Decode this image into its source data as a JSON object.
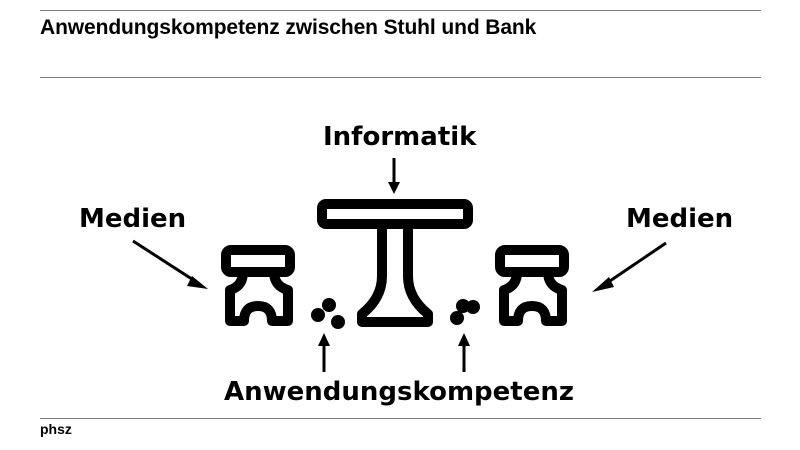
{
  "slide": {
    "title": "Anwendungskompetenz zwischen Stuhl und Bank",
    "footer": "phsz"
  },
  "diagram": {
    "labels": {
      "top": "Informatik",
      "left": "Medien",
      "right": "Medien",
      "bottom": "Anwendungskompetenz"
    },
    "icons": [
      "table-icon",
      "stool-icon-left",
      "stool-icon-right",
      "crumbs-icon-left",
      "crumbs-icon-right"
    ],
    "colors": {
      "ink": "#000000",
      "rule": "#7f7f7f",
      "background": "#ffffff"
    }
  }
}
